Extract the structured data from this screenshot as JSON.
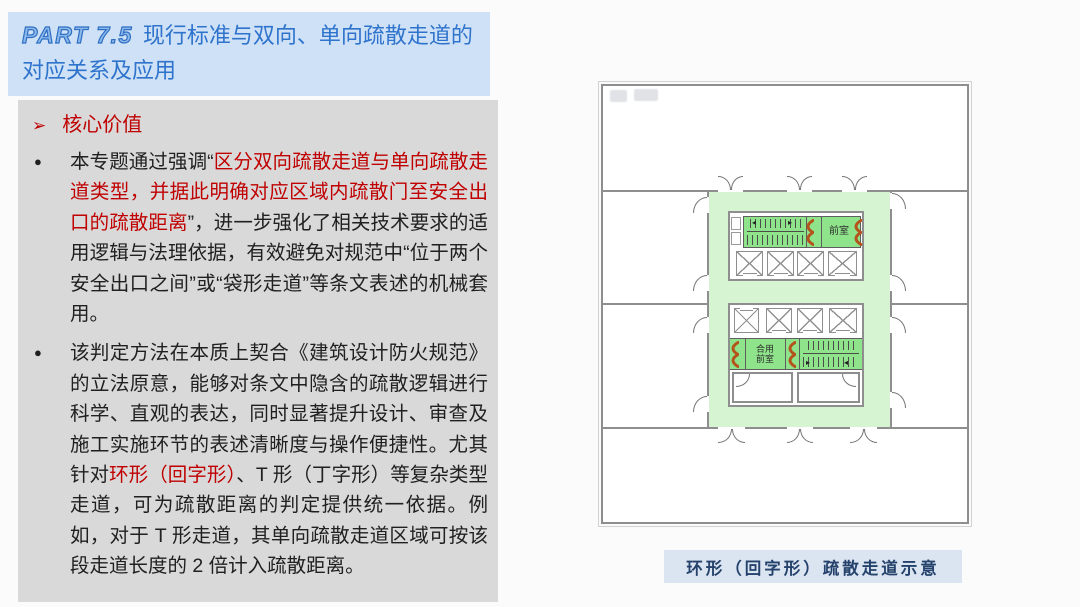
{
  "header": {
    "part_label": "PART 7.5",
    "title": "现行标准与双向、单向疏散走道的对应关系及应用"
  },
  "panel": {
    "heading": "核心价值",
    "heading_arrow": "➢",
    "bullet_marker": "●",
    "bullets": [
      {
        "segments": [
          {
            "text": "本专题通过强调“",
            "color": "black"
          },
          {
            "text": "区分双向疏散走道与单向疏散走道类型，并据此明确对应区域内疏散门至安全出口的疏散距离",
            "color": "red"
          },
          {
            "text": "”，进一步强化了相关技术要求的适用逻辑与法理依据，有效避免对规范中“位于两个安全出口之间”或“袋形走道”等条文表述的机械套用。",
            "color": "black"
          }
        ]
      },
      {
        "segments": [
          {
            "text": "该判定方法在本质上契合《建筑设计防火规范》的立法原意，能够对条文中隐含的疏散逻辑进行科学、直观的表达，同时显著提升设计、审查及施工实施环节的表述清晰度与操作便捷性。尤其针对",
            "color": "black"
          },
          {
            "text": "环形（回字形）",
            "color": "red"
          },
          {
            "text": "、T 形（丁字形）等复杂类型走道，可为疏散距离的判定提供统一依据。例如，对于 T 形走道，其单向疏散走道区域可按该段走道长度的 2 倍计入疏散距离。",
            "color": "black"
          }
        ]
      }
    ]
  },
  "plan": {
    "labels": {
      "front_room": "前室",
      "shared_front_room": "合用\n前室"
    },
    "caption": "环形（回字形）疏散走道示意"
  },
  "colors": {
    "header_bg": "#cfe1f6",
    "header_text": "#2e73cc",
    "panel_bg": "#d9d9d9",
    "red_text": "#c00000",
    "body_text": "#202020",
    "ring_green": "#d7f4d2",
    "room_green": "#8fe38b",
    "door_orange": "#b4541b",
    "wall_gray": "#8e8e8e",
    "caption_bg": "#dbe5f2",
    "caption_text": "#24426b"
  }
}
